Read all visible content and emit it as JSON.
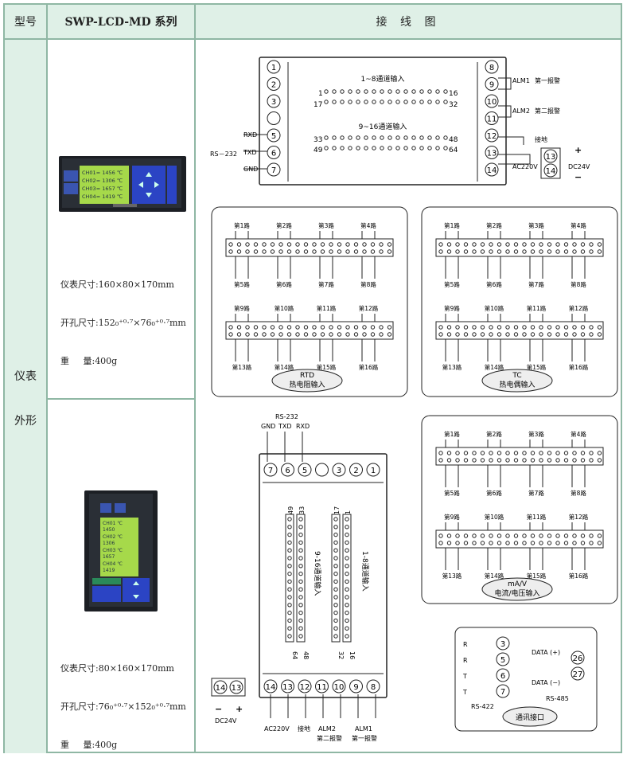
{
  "header": {
    "model_label": "型号",
    "series_label": "SWP-LCD-MD 系列",
    "diagram_label": "接 线 图"
  },
  "left": {
    "line1": "仪表",
    "line2": "外形"
  },
  "device_h": {
    "lines": [
      "CH01= 1456 ℃",
      "CH02= 1306 ℃",
      "CH03= 1657 ℃",
      "CH04= 1419 ℃"
    ],
    "spec": [
      "仪表尺寸:160×80×170mm",
      "开孔尺寸:152₀⁺⁰·⁷×76₀⁺⁰·⁷mm",
      "重     量:400g"
    ]
  },
  "device_v": {
    "lines": [
      "CH01  ℃",
      "1450",
      "CH02  ℃",
      "1306",
      "CH03  ℃",
      "1657",
      "CH04  ℃",
      "1419"
    ],
    "spec": [
      "仪表尺寸:80×160×170mm",
      "开孔尺寸:76₀⁺⁰·⁷×152₀⁺⁰·⁷mm",
      "重     量:400g"
    ]
  },
  "top_block": {
    "left_terms": [
      "1",
      "2",
      "3",
      "",
      "5",
      "6",
      "7"
    ],
    "right_terms": [
      "8",
      "9",
      "10",
      "11",
      "12",
      "13",
      "14"
    ],
    "group1": "1~8通道输入",
    "group1_a": "1",
    "group1_b": "16",
    "group1_c": "17",
    "group1_d": "32",
    "group2": "9~16通道输入",
    "group2_a": "33",
    "group2_b": "48",
    "group2_c": "49",
    "group2_d": "64",
    "rxd": "RXD",
    "txd": "TXD",
    "gnd": "GND",
    "rs232": "RS－232",
    "alm1": "ALM1",
    "alm1_text": "第一报警",
    "alm2": "ALM2",
    "alm2_text": "第二报警",
    "earth": "接地",
    "ac": "AC220V",
    "dc": "DC24V",
    "dc_t1": "13",
    "dc_t2": "14"
  },
  "rtd": {
    "top": [
      "第1路",
      "第2路",
      "第3路",
      "第4路"
    ],
    "r2": [
      "第5路",
      "第6路",
      "第7路",
      "第8路"
    ],
    "r3": [
      "第9路",
      "第10路",
      "第11路",
      "第12路"
    ],
    "r4": [
      "第13路",
      "第14路",
      "第15路",
      "第16路"
    ],
    "label1": "RTD",
    "label2": "热电阻输入"
  },
  "tc": {
    "top": [
      "第1路",
      "第2路",
      "第3路",
      "第4路"
    ],
    "r2": [
      "第5路",
      "第6路",
      "第7路",
      "第8路"
    ],
    "r3": [
      "第9路",
      "第10路",
      "第11路",
      "第12路"
    ],
    "r4": [
      "第13路",
      "第14路",
      "第15路",
      "第16路"
    ],
    "label1": "TC",
    "label2": "热电偶输入"
  },
  "vblock": {
    "rs232": "RS-232",
    "gnd": "GND",
    "txd": "TXD",
    "rxd": "RXD",
    "top_terms": [
      "7",
      "6",
      "5",
      "",
      "3",
      "2",
      "1"
    ],
    "bottom_terms": [
      "14",
      "13",
      "12",
      "11",
      "10",
      "9",
      "8"
    ],
    "n49": "49",
    "n33": "33",
    "n17": "17",
    "n1": "1",
    "n64": "64",
    "n48": "48",
    "n32": "32",
    "n16": "16",
    "g2": "9-16通道输入",
    "g1": "1-8通道输入",
    "ac": "AC220V",
    "earth": "接地",
    "alm2": "ALM2",
    "alm2_t": "第二报警",
    "alm1": "ALM1",
    "alm1_t": "第一报警",
    "dc_t1": "14",
    "dc_t2": "13",
    "dc": "DC24V"
  },
  "mav": {
    "top": [
      "第1路",
      "第2路",
      "第3路",
      "第4路"
    ],
    "r2": [
      "第5路",
      "第6路",
      "第7路",
      "第8路"
    ],
    "r3": [
      "第9路",
      "第10路",
      "第11路",
      "第12路"
    ],
    "r4": [
      "第13路",
      "第14路",
      "第15路",
      "第16路"
    ],
    "label1": "mA/V",
    "label2": "电流/电压输入"
  },
  "comm": {
    "r1": "R",
    "r2": "R",
    "t1": "T",
    "t2": "T",
    "terms": [
      "3",
      "5",
      "6",
      "7"
    ],
    "rs422": "RS-422",
    "data_p": "DATA (+)",
    "data_m": "DATA (−)",
    "t26": "26",
    "t27": "27",
    "rs485": "RS-485",
    "label": "通讯接口"
  }
}
